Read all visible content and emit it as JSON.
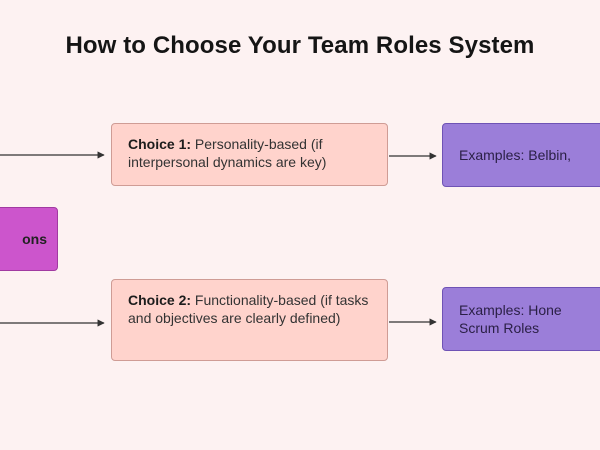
{
  "diagram": {
    "title": "How to Choose Your Team Roles System",
    "start_node": {
      "label": "ons"
    },
    "choice_1": {
      "lead": "Choice 1:",
      "text": " Personality-based (if interpersonal dynamics are key)"
    },
    "choice_2": {
      "lead": "Choice 2:",
      "text": " Functionality-based (if tasks and objectives are clearly defined)"
    },
    "example_1": {
      "line_1": "Examples: Belbin,"
    },
    "example_2": {
      "line_1": "Examples: Hone",
      "line_2": "Scrum Roles"
    }
  },
  "colors": {
    "background": "#fdf2f2",
    "start_fill": "#cc55cc",
    "choice_fill": "#ffd3cc",
    "example_fill": "#9b7ed9",
    "connector": "#333333"
  }
}
